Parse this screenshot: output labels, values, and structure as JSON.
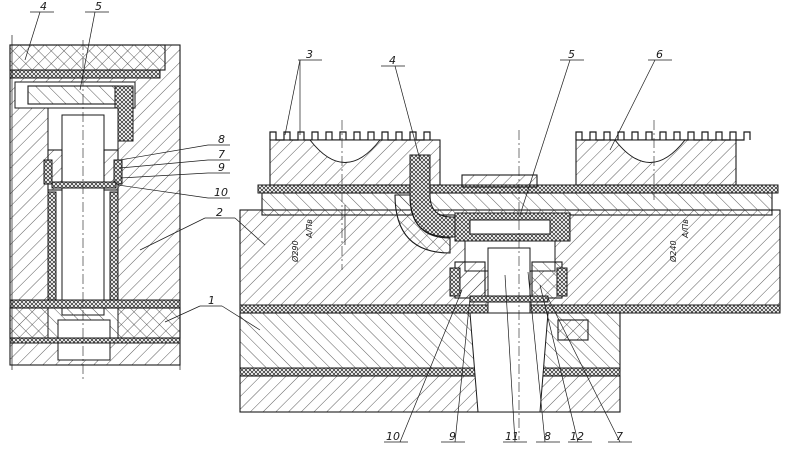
{
  "callouts": {
    "left_top_4": "4",
    "left_top_5": "5",
    "left_8": "8",
    "left_7": "7",
    "left_9": "9",
    "left_10": "10",
    "left_2": "2",
    "mid_1": "1",
    "top_3": "3",
    "top_4": "4",
    "top_5": "5",
    "top_6": "6",
    "bottom_10": "10",
    "bottom_9": "9",
    "bottom_11": "11",
    "bottom_8": "8",
    "bottom_12": "12",
    "bottom_7": "7"
  },
  "dimensions": {
    "dia_left": "Ø290",
    "dia_left_tol": "A/Пв",
    "dia_right": "Ø240",
    "dia_right_tol": "A/Пв"
  }
}
